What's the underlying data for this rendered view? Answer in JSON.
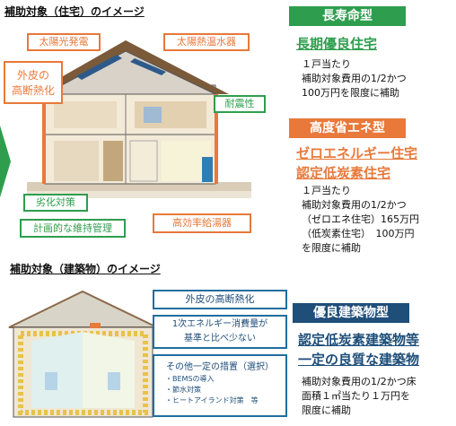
{
  "residential": {
    "heading": "補助対象（住宅）のイメージ",
    "labels": {
      "solar_power": "太陽光発電",
      "solar_heater": "太陽熱温水器",
      "envelope_insulation": "外皮の\n高断熱化",
      "seismic": "耐震性",
      "deterioration": "劣化対策",
      "maintenance": "計画的な維持管理",
      "water_heater": "高効率給湯器"
    }
  },
  "long_life": {
    "tag": "長寿命型",
    "title": "長期優良住宅",
    "body": "１戸当たり\n補助対象費用の1/2かつ\n100万円を限度に補助"
  },
  "energy_saving": {
    "tag": "高度省エネ型",
    "title_line1": "ゼロエネルギー住宅",
    "title_line2": "認定低炭素住宅",
    "body": "１戸当たり\n補助対象費用の1/2かつ\n（ゼロエネ住宅）165万円\n（低炭素住宅）　100万円\nを限度に補助"
  },
  "building": {
    "heading": "補助対象（建築物）のイメージ",
    "labels": {
      "envelope": "外皮の高断熱化",
      "primary_energy": "1次エネルギー消費量が\n基準と比べ少ない",
      "other_title": "その他一定の措置（選択）",
      "other_items": [
        "・BEMSの導入",
        "・節水対策",
        "・ヒートアイランド対策　等"
      ]
    }
  },
  "quality_building": {
    "tag": "優良建築物型",
    "title_line1": "認定低炭素建築物等",
    "title_line2": "一定の良質な建築物",
    "body": "補助対象費用の1/2かつ床\n面積１㎡当たり１万円を\n限度に補助"
  },
  "colors": {
    "green": "#2e9e4e",
    "orange": "#e8793a",
    "navy": "#1f4e79"
  }
}
